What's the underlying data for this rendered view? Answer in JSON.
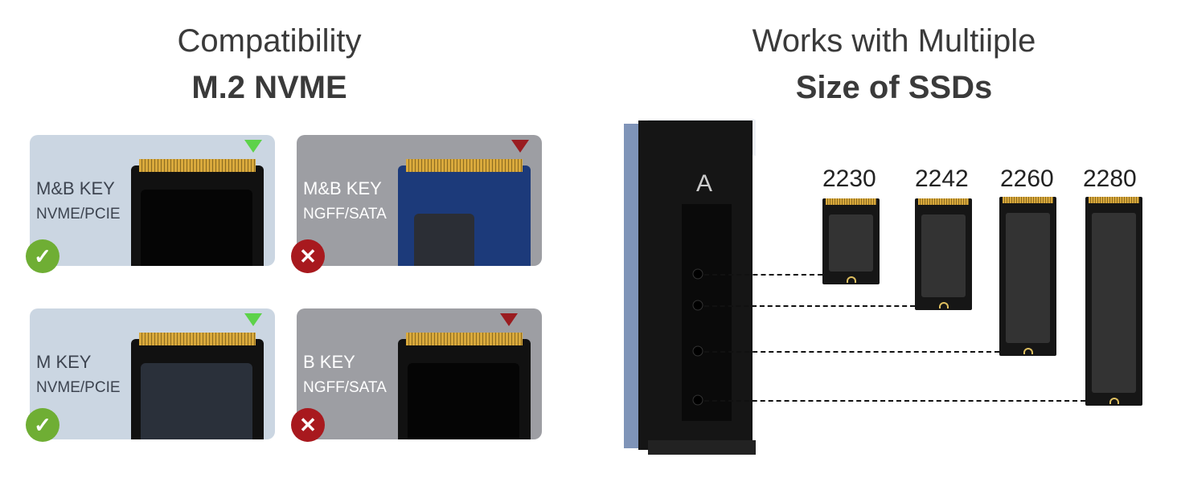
{
  "left_title": {
    "line1": "Compatibility",
    "line2": "M.2 NVME"
  },
  "right_title": {
    "line1": "Works with Multiiple",
    "line2": "Size of SSDs"
  },
  "cards": [
    {
      "key": "M&B KEY",
      "protocol": "NVME/PCIE",
      "compatible": true
    },
    {
      "key": "M&B KEY",
      "protocol": "NGFF/SATA",
      "compatible": false
    },
    {
      "key": "M KEY",
      "protocol": "NVME/PCIE",
      "compatible": true
    },
    {
      "key": "B KEY",
      "protocol": "NGFF/SATA",
      "compatible": false
    }
  ],
  "enclosure": {
    "slot_label": "A"
  },
  "ssd_sizes": [
    "2230",
    "2242",
    "2260",
    "2280"
  ],
  "colors": {
    "ok": "#6fae34",
    "no": "#a8191e",
    "ok_card": "#cbd6e2",
    "no_card": "#9d9ea3"
  }
}
